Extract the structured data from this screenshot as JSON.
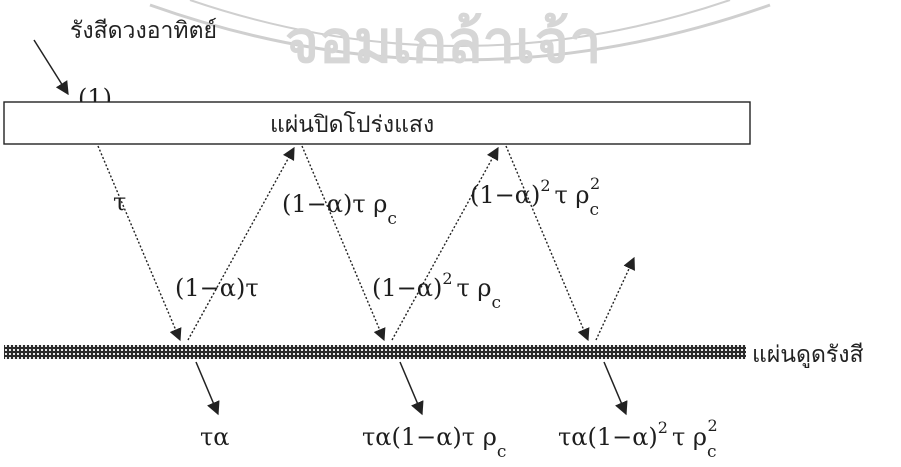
{
  "watermark": {
    "text": "จอมเกล้าเจ้า",
    "colors": {
      "ring": "#cfcfcf",
      "text": "#d6d6d6"
    }
  },
  "labels": {
    "sun_rays": "รังสีดวงอาทิตย์",
    "ray_index": "(1)",
    "cover_plate": "แผ่นปิดโปร่งแสง",
    "absorber_plate": "แผ่นดูดรังสี"
  },
  "terms": {
    "t0": "τ",
    "up1": "(1−α)τ",
    "t1": "(1−α)τ ρ",
    "t1_sub": "c",
    "up2": "(1−α)",
    "up2_sup": "2",
    "up2_rest": "τ ρ",
    "up2_sub": "c",
    "t2": "(1−α)",
    "t2_sup": "2",
    "t2_rest": "τ ρ",
    "t2_sub": "c",
    "t2_sup2": "2",
    "abs1": "τα",
    "abs2": "τα(1−α)τ ρ",
    "abs2_sub": "c",
    "abs3": "τα(1−α)",
    "abs3_sup": "2",
    "abs3_rest": "τ ρ",
    "abs3_sub": "c",
    "abs3_sup2": "2"
  },
  "colors": {
    "ink": "#222222",
    "hatch_dark": "#2a2a2a",
    "hatch_light": "#e8e8e8"
  }
}
